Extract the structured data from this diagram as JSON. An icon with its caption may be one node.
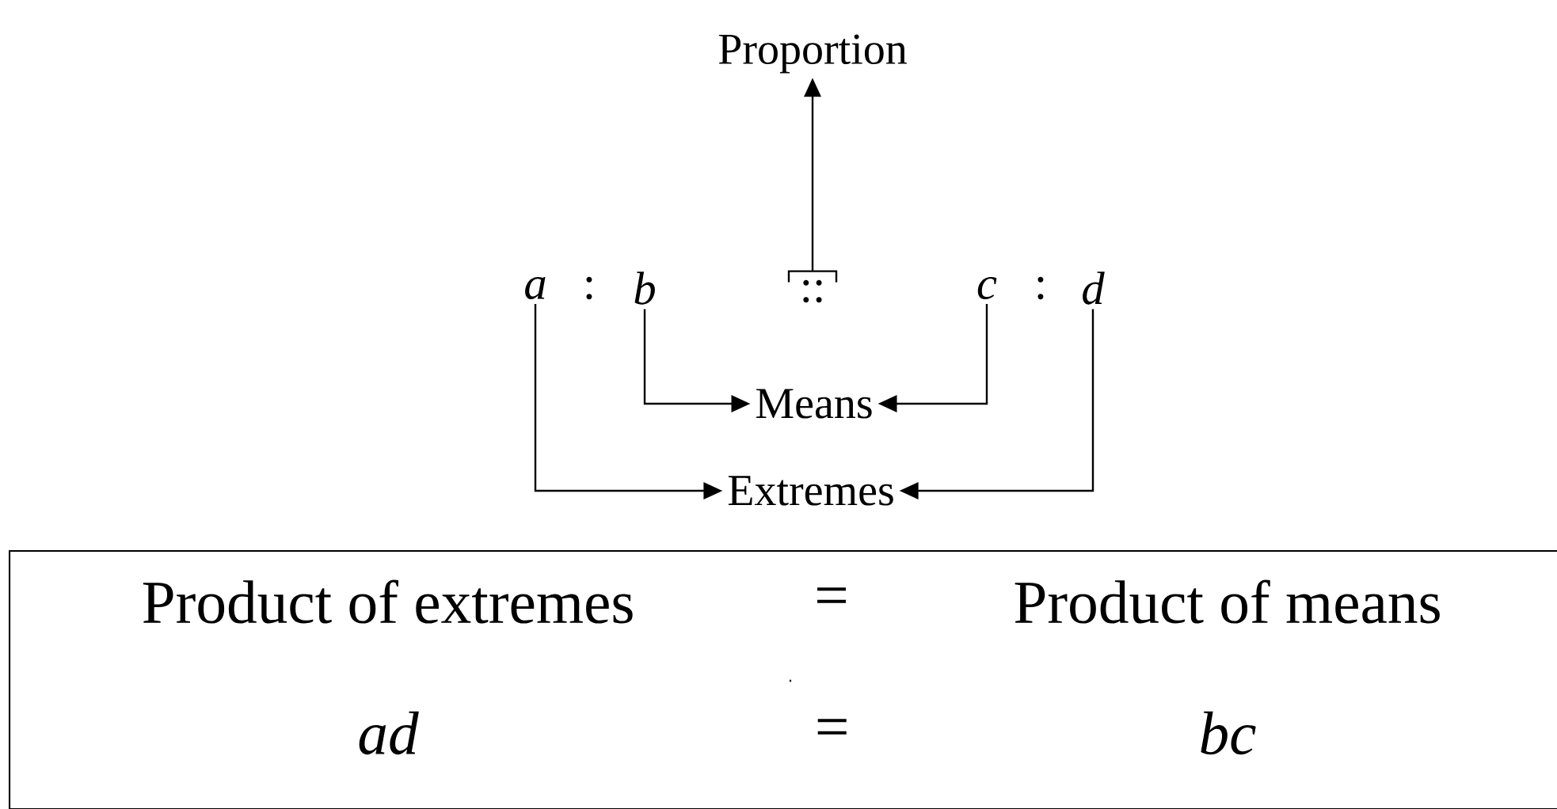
{
  "diagram": {
    "nodes": [
      {
        "text": [
          "Proportion"
        ]
      },
      {
        "text": [
          "a"
        ]
      },
      {
        "text": [
          "b"
        ]
      },
      {
        "text": [
          "::"
        ]
      },
      {
        "text": [
          "c"
        ]
      },
      {
        "text": [
          "d"
        ]
      },
      {
        "text": [
          "Means"
        ]
      },
      {
        "text": [
          "Extremes"
        ]
      },
      {
        "text": [
          "Product of extremes",
          "=",
          "Product of means",
          "ad",
          "=",
          "bc"
        ]
      }
    ],
    "edges": [
      {
        "from": 3,
        "to": 0,
        "arrow": "to"
      },
      {
        "from": 2,
        "to": 6,
        "arrow": "to"
      },
      {
        "from": 4,
        "to": 6,
        "arrow": "to"
      },
      {
        "from": 1,
        "to": 7,
        "arrow": "to"
      },
      {
        "from": 5,
        "to": 7,
        "arrow": "to"
      }
    ],
    "labels": [
      ":",
      ":"
    ]
  }
}
